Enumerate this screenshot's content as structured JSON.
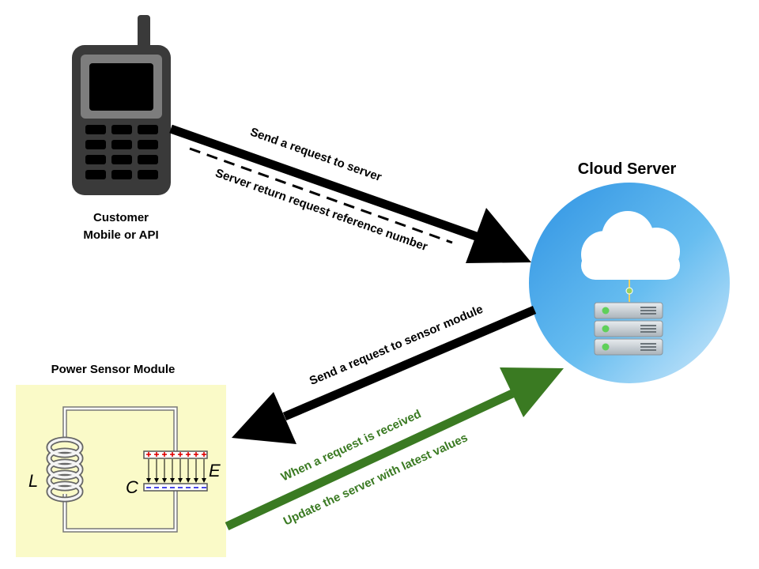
{
  "nodes": {
    "customer": {
      "label_line1": "Customer",
      "label_line2": "Mobile or API"
    },
    "cloud": {
      "label": "Cloud Server"
    },
    "sensor": {
      "label": "Power Sensor Module"
    }
  },
  "circuit": {
    "inductor_label": "L",
    "capacitor_label": "C",
    "field_label": "E"
  },
  "edges": {
    "request_to_server": "Send a request to server",
    "reference_number": "Server return request reference number",
    "request_to_sensor": "Send a request to sensor module",
    "request_received": "When a request is received",
    "update_server": "Update the server with latest values"
  },
  "colors": {
    "arrow_black": "#000000",
    "arrow_green": "#3a7a22",
    "sensor_bg": "#fafac8",
    "phone_body": "#3a3a3a",
    "cloud_circle": "#4aaee8"
  },
  "icons": {
    "phone": "mobile-phone-icon",
    "cloud": "cloud-server-icon",
    "circuit": "lc-circuit-icon"
  }
}
